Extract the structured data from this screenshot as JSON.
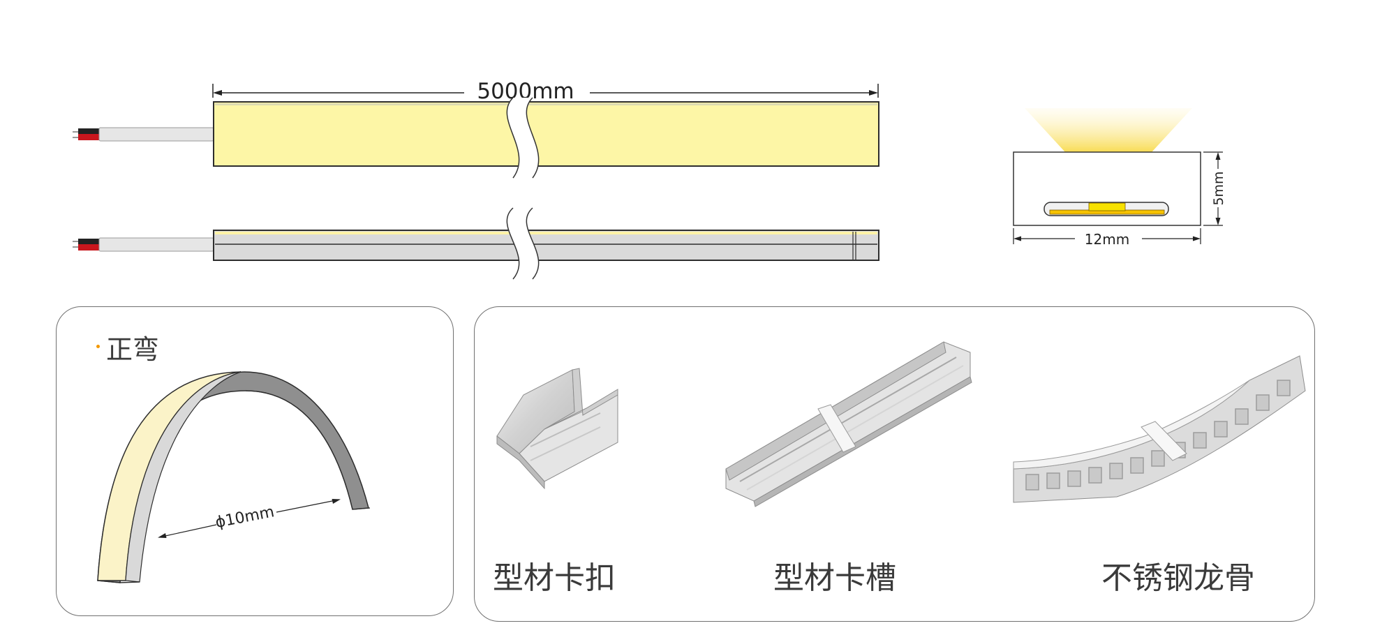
{
  "strip": {
    "length_label": "5000mm"
  },
  "cross_section": {
    "width_label": "12mm",
    "height_label": "5mm"
  },
  "bend_panel": {
    "title": "正弯",
    "diameter_label": "ϕ10mm"
  },
  "accessories": [
    {
      "label": "型材卡扣"
    },
    {
      "label": "型材卡槽"
    },
    {
      "label": "不锈钢龙骨"
    }
  ],
  "colors": {
    "light_yellow": "#fdf6a6",
    "cream": "#fbf3c8",
    "led_yellow": "#f6c200",
    "led_chip": "#f7e100",
    "wire_red": "#c8161d",
    "housing_grey": "#d9d9d9",
    "bend_dark": "#8f8f8f",
    "accent_orange": "#f39800",
    "outline": "#333333"
  }
}
